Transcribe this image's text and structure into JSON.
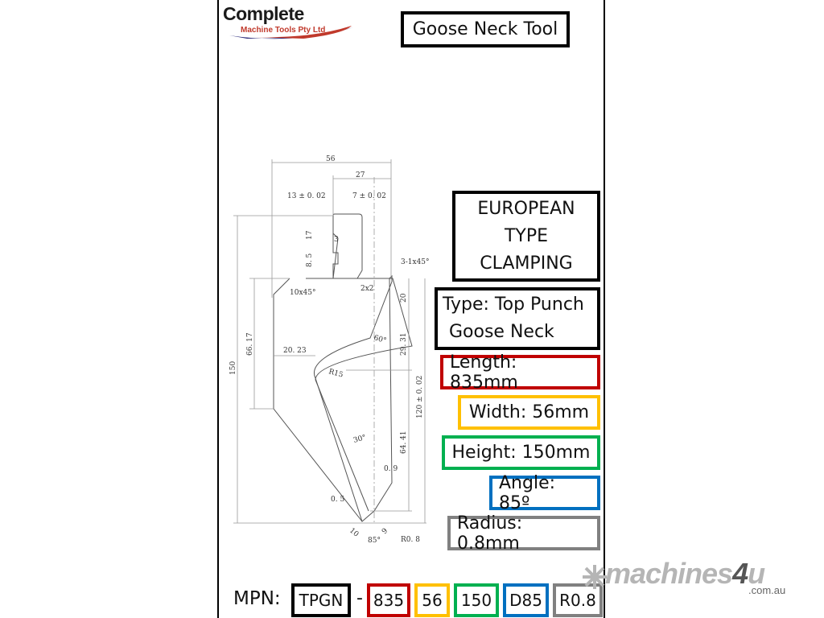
{
  "logo": {
    "main": "Complete",
    "sub": "Machine Tools Pty Ltd"
  },
  "title": "Goose Neck Tool",
  "clamping": {
    "lines": [
      "EUROPEAN",
      "TYPE",
      "CLAMPING"
    ]
  },
  "type": {
    "lines": [
      "Type: Top Punch",
      "Goose Neck"
    ]
  },
  "specs": [
    {
      "label": "Length: 835mm",
      "color": "#c00000"
    },
    {
      "label": "Width: 56mm",
      "color": "#ffc000"
    },
    {
      "label": "Height: 150mm",
      "color": "#00b050"
    },
    {
      "label": "Angle: 85º",
      "color": "#0070c0"
    },
    {
      "label": "Radius: 0.8mm",
      "color": "#808080"
    }
  ],
  "mpn": {
    "label": "MPN:",
    "separator": "-",
    "parts": [
      {
        "text": "TPGN",
        "color": "#000000"
      },
      {
        "text": "835",
        "color": "#c00000"
      },
      {
        "text": "56",
        "color": "#ffc000"
      },
      {
        "text": "150",
        "color": "#00b050"
      },
      {
        "text": "D85",
        "color": "#0070c0"
      },
      {
        "text": "R0.8",
        "color": "#808080"
      }
    ]
  },
  "drawing": {
    "dimensions": {
      "overall_width": "56",
      "upper_width": "27",
      "tang_offset": "13 ± 0. 02",
      "tang_width": "7 ± 0. 02",
      "tang_height": "17",
      "notch": "3",
      "notch_height": "8. 5",
      "chamfer_shoulder": "3-1x45°",
      "chamfer_left": "10x45°",
      "groove": "2x2",
      "overall_height": "150",
      "body_height": "66. 17",
      "neck_depth": "20. 23",
      "radius_neck": "R15",
      "angle_upper": "60°",
      "seg_top": "20",
      "seg_mid": "29. 31",
      "seg_low": "64. 41",
      "working_height": "120 ± 0. 02",
      "angle_lower": "30°",
      "tip_offset": "0. 9",
      "flat": "0. 5",
      "tip_left": "10",
      "tip_right": "9",
      "tip_angle": "85°",
      "tip_radius": "R0. 8"
    }
  },
  "watermark": {
    "brand": "machines",
    "brand_num": "4",
    "brand_end": "u",
    "domain": ".com.au"
  }
}
